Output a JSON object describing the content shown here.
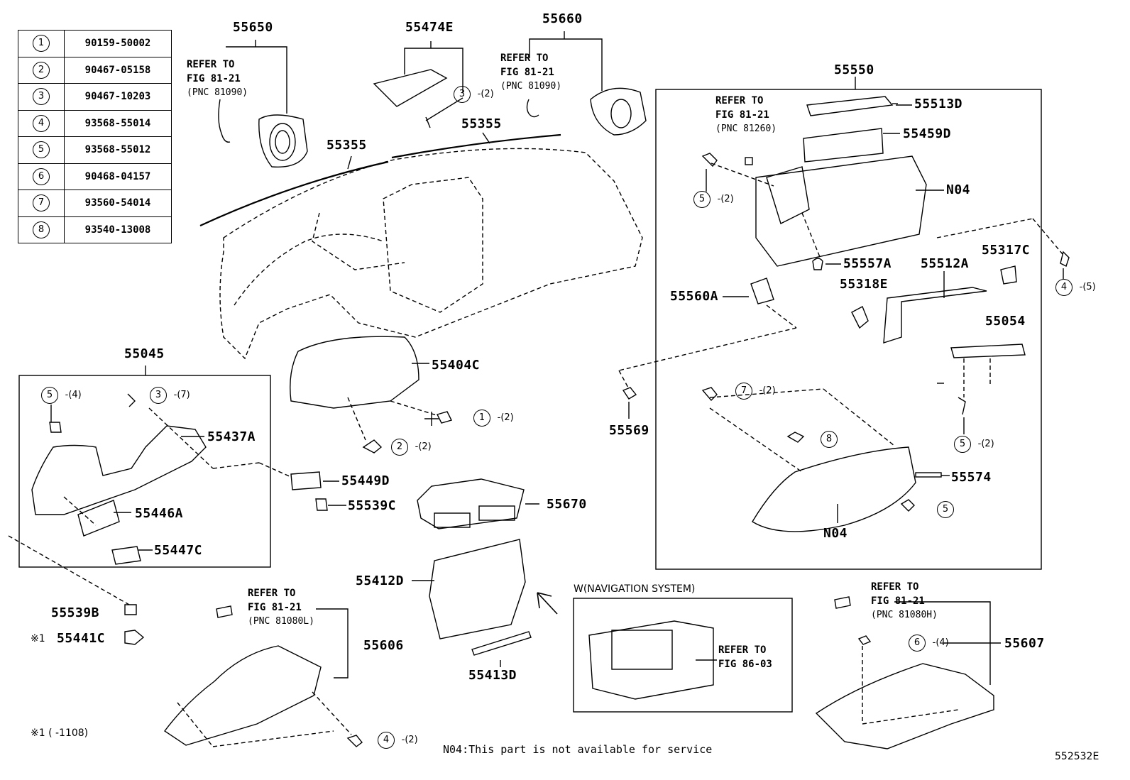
{
  "diagram_id": "552532E",
  "fastener_table": [
    {
      "key": "1",
      "part": "90159-50002"
    },
    {
      "key": "2",
      "part": "90467-05158"
    },
    {
      "key": "3",
      "part": "90467-10203"
    },
    {
      "key": "4",
      "part": "93568-55014"
    },
    {
      "key": "5",
      "part": "93568-55012"
    },
    {
      "key": "6",
      "part": "90468-04157"
    },
    {
      "key": "7",
      "part": "93560-54014"
    },
    {
      "key": "8",
      "part": "93540-13008"
    }
  ],
  "parts": {
    "p55650": "55650",
    "p55474E": "55474E",
    "p55660": "55660",
    "p55355a": "55355",
    "p55355b": "55355",
    "p55550": "55550",
    "p55513D": "55513D",
    "p55459D": "55459D",
    "pN04a": "N04",
    "p55557A": "55557A",
    "p55512A": "55512A",
    "p55317C": "55317C",
    "p55318E": "55318E",
    "p55560A": "55560A",
    "p55054": "55054",
    "p55569": "55569",
    "p55574": "55574",
    "pN04b": "N04",
    "p55045": "55045",
    "p55404C": "55404C",
    "p55437A": "55437A",
    "p55449D": "55449D",
    "p55446A": "55446A",
    "p55539C": "55539C",
    "p55447C": "55447C",
    "p55670": "55670",
    "p55412D": "55412D",
    "p55539B": "55539B",
    "p55441C": "55441C",
    "p55606": "55606",
    "p55413D": "55413D",
    "p55607": "55607"
  },
  "refs": {
    "r1": {
      "l1": "REFER TO",
      "l2": "FIG 81-21",
      "l3": "(PNC 81090)"
    },
    "r2": {
      "l1": "REFER TO",
      "l2": "FIG 81-21",
      "l3": "(PNC 81090)"
    },
    "r3": {
      "l1": "REFER TO",
      "l2": "FIG 81-21",
      "l3": "(PNC 81260)"
    },
    "r4": {
      "l1": "REFER TO",
      "l2": "FIG 81-21",
      "l3": "(PNC 81080L)"
    },
    "r5": {
      "l1": "REFER TO",
      "l2": "FIG 81-21",
      "l3": "(PNC 81080H)"
    },
    "r6": {
      "l1": "REFER TO",
      "l2": "FIG 86-03"
    }
  },
  "callouts": {
    "c3a": {
      "n": "3",
      "q": "-(2)"
    },
    "c5a": {
      "n": "5",
      "q": "-(2)"
    },
    "c4a": {
      "n": "4",
      "q": "-(5)"
    },
    "c7a": {
      "n": "7",
      "q": "-(2)"
    },
    "c8a": {
      "n": "8",
      "q": ""
    },
    "c5b": {
      "n": "5",
      "q": "-(2)"
    },
    "c5c": {
      "n": "5",
      "q": ""
    },
    "c5d": {
      "n": "5",
      "q": "-(4)"
    },
    "c3b": {
      "n": "3",
      "q": "-(7)"
    },
    "c1a": {
      "n": "1",
      "q": "-(2)"
    },
    "c2a": {
      "n": "2",
      "q": "-(2)"
    },
    "c4b": {
      "n": "4",
      "q": "-(2)"
    },
    "c6a": {
      "n": "6",
      "q": "-(4)"
    }
  },
  "notes": {
    "nav": "W(NAVIGATION SYSTEM)",
    "n04": "N04:This part is not available for service",
    "star": "※1",
    "star_range": "※1 (     -1108)"
  }
}
